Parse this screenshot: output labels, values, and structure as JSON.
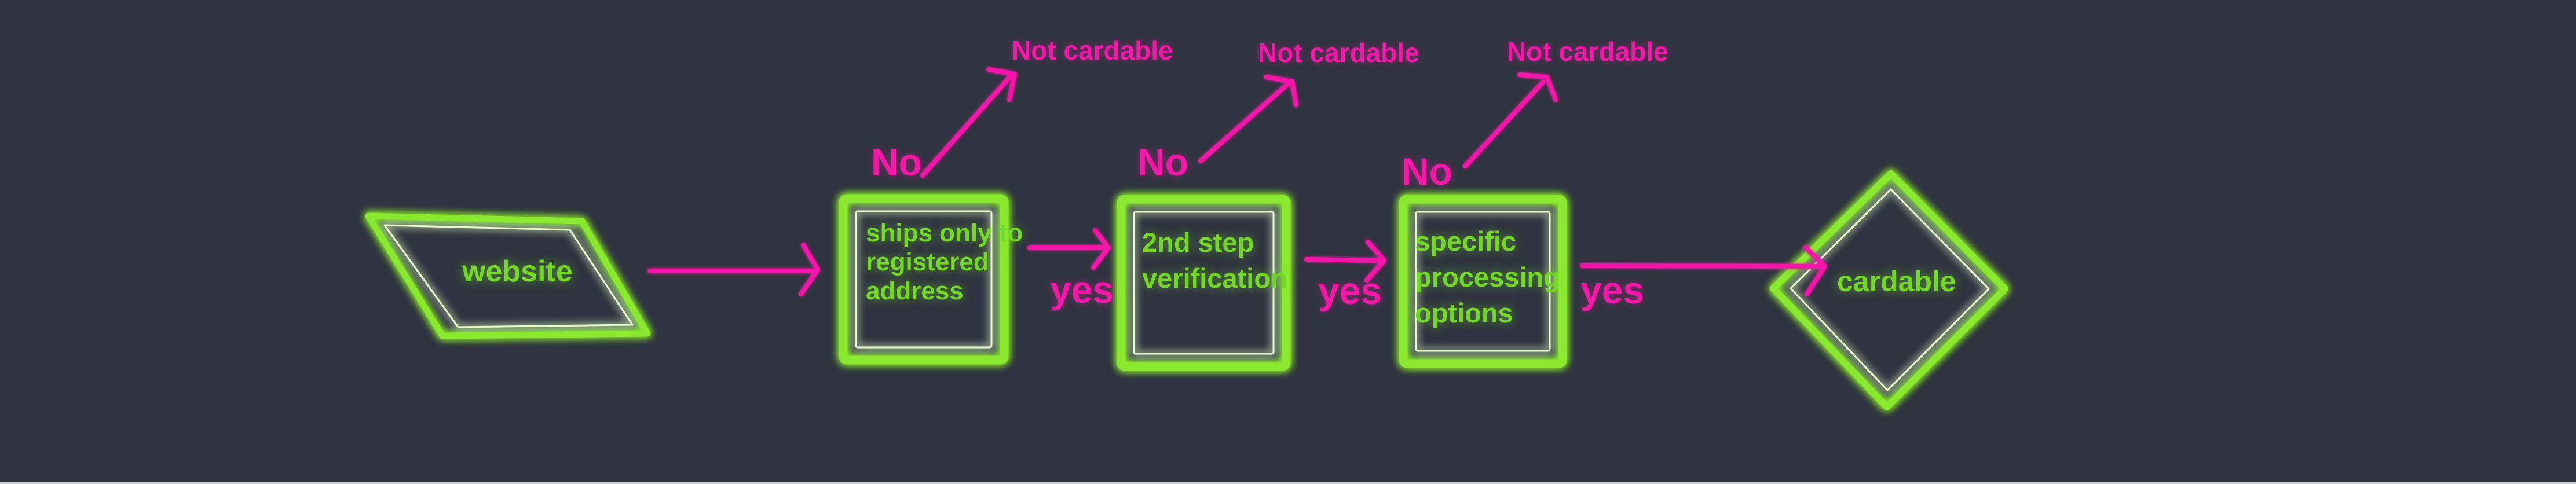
{
  "flow": {
    "website": {
      "label": "website"
    },
    "step1": {
      "line1": "ships only to",
      "line2": "registered",
      "line3": "address"
    },
    "step2": {
      "line1": "2nd step",
      "line2": "verification"
    },
    "step3": {
      "line1": "specific",
      "line2": "processing",
      "line3": "options"
    },
    "decision": {
      "label": "cardable"
    },
    "edge_labels": {
      "yes": "yes",
      "no": "No",
      "not_cardable": "Not cardable"
    }
  },
  "colors": {
    "background": "#2f3440",
    "green_outline": "#8ae92f",
    "green_inner_line": "#e8fcca",
    "green_text": "#74d826",
    "magenta": "#f318a8",
    "bottom_bar": "#cdd2d9"
  }
}
